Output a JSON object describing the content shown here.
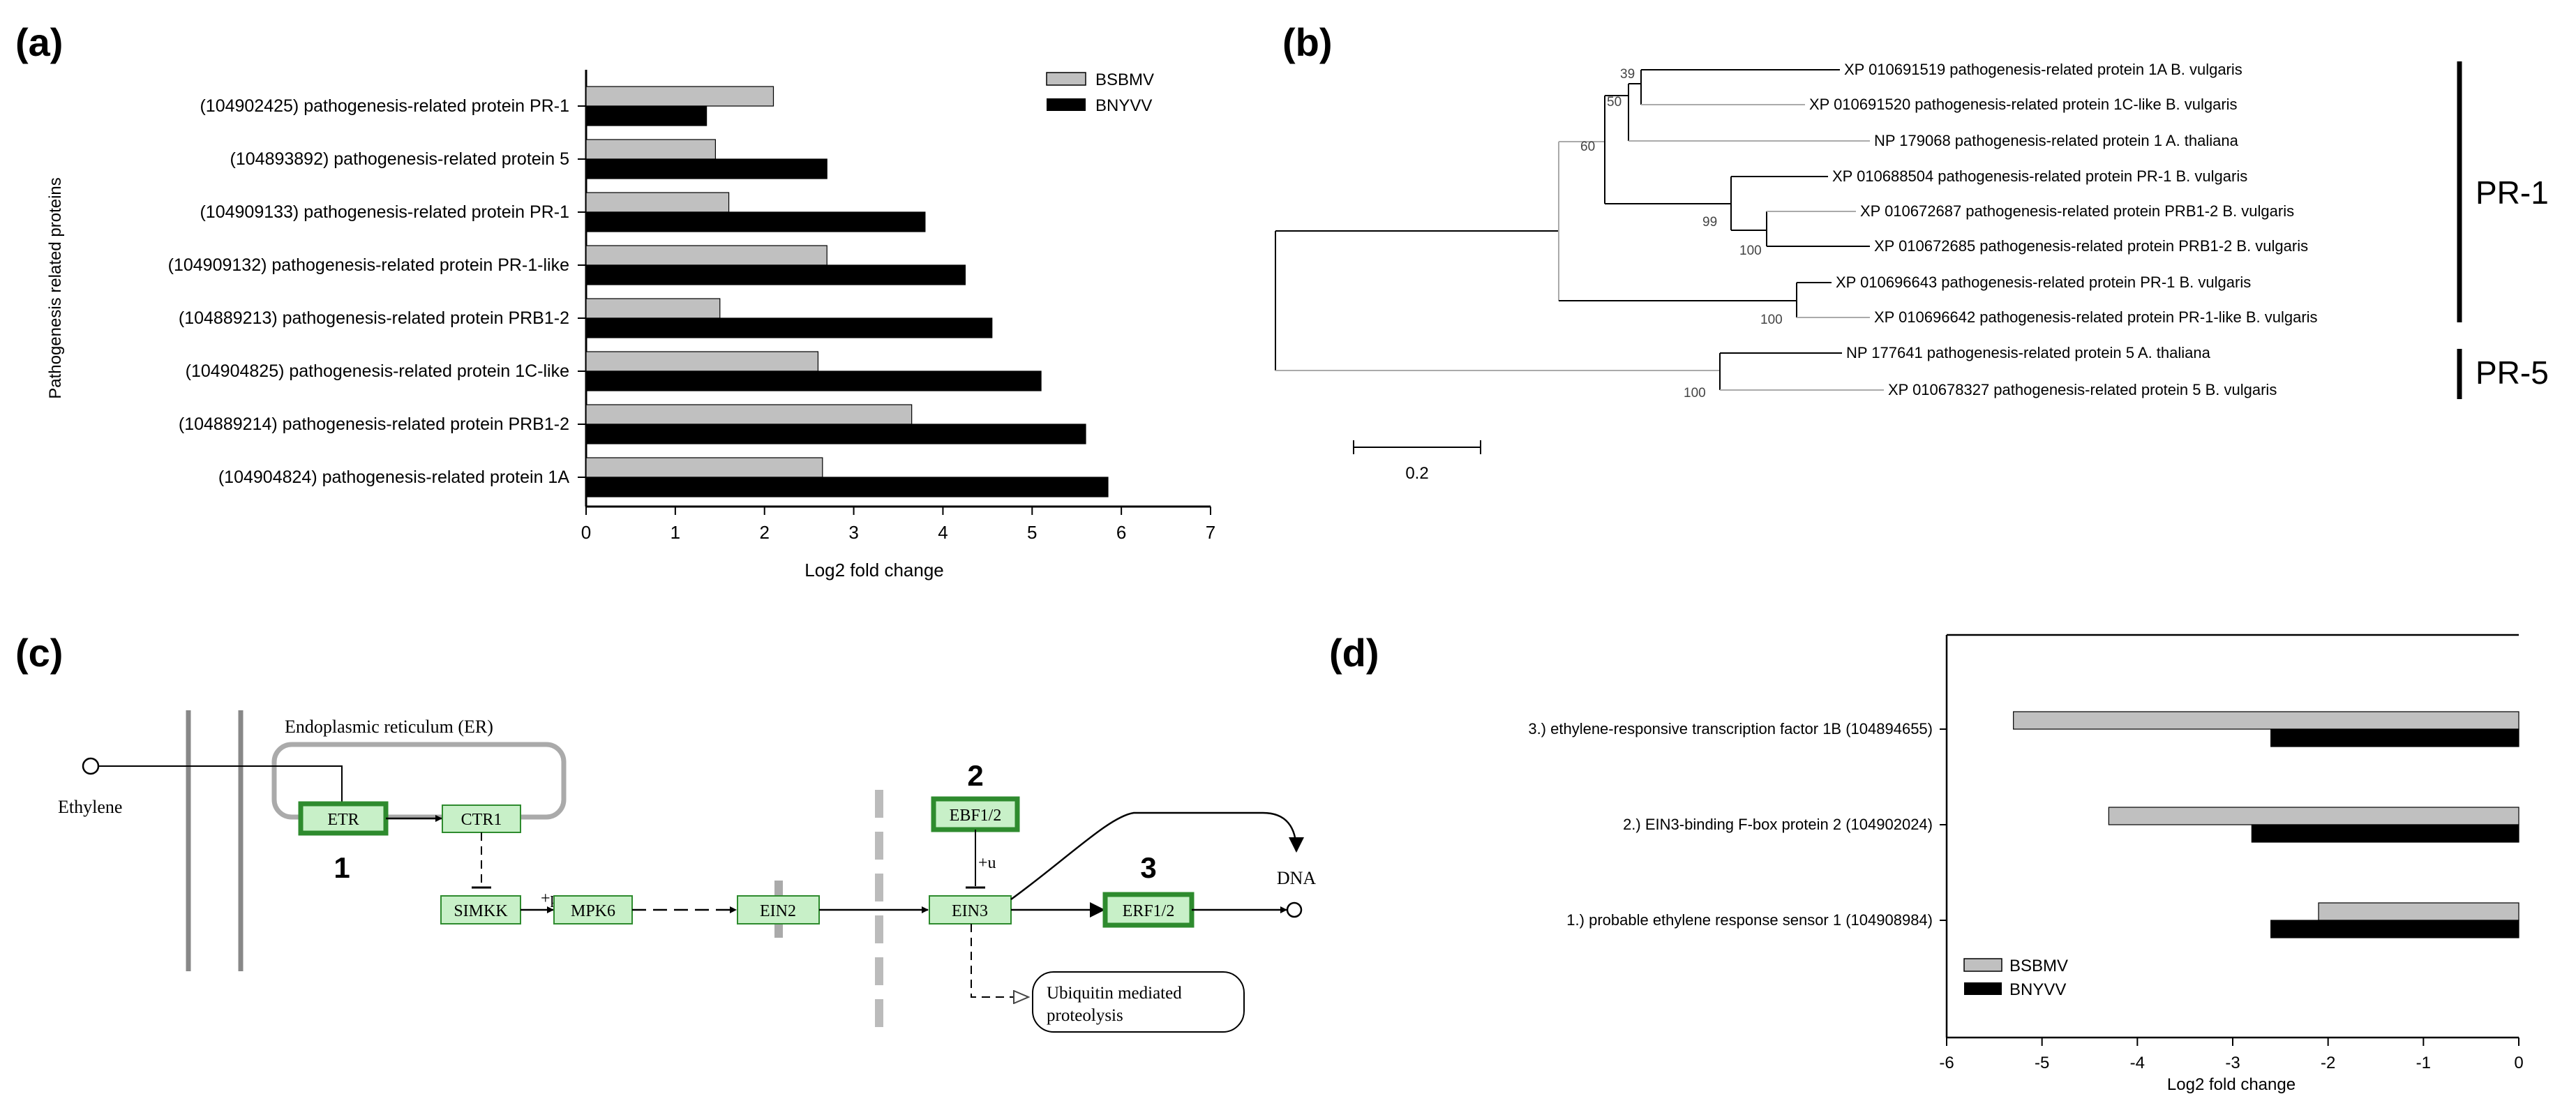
{
  "panels": {
    "a": "(a)",
    "b": "(b)",
    "c": "(c)",
    "d": "(d)"
  },
  "chart_data": [
    {
      "type": "bar",
      "orientation": "horizontal",
      "categories": [
        "(104902425) pathogenesis-related protein PR-1",
        "(104893892) pathogenesis-related protein 5",
        "(104909133) pathogenesis-related protein PR-1",
        "(104909132) pathogenesis-related protein PR-1-like",
        "(104889213) pathogenesis-related protein PRB1-2",
        "(104904825) pathogenesis-related protein 1C-like",
        "(104889214) pathogenesis-related protein PRB1-2",
        "(104904824) pathogenesis-related protein 1A"
      ],
      "series": [
        {
          "name": "BSBMV",
          "color": "#c0c0c0",
          "values": [
            2.1,
            1.45,
            1.6,
            2.7,
            1.5,
            2.6,
            3.65,
            2.65
          ]
        },
        {
          "name": "BNYVV",
          "color": "#000000",
          "values": [
            1.35,
            2.7,
            3.8,
            4.25,
            4.55,
            5.1,
            5.6,
            5.85
          ]
        }
      ],
      "xlabel": "Log2 fold change",
      "ylabel": "Pathogenesis related proteins",
      "xlim": [
        0,
        7
      ],
      "xticks": [
        "0",
        "1",
        "2",
        "3",
        "4",
        "5",
        "6",
        "7"
      ],
      "legend": "top-right",
      "grid": false
    },
    {
      "type": "bar",
      "orientation": "horizontal",
      "categories": [
        "3.) ethylene-responsive transcription factor 1B (104894655)",
        "2.) EIN3-binding F-box protein 2 (104902024)",
        "1.) probable ethylene response sensor 1 (104908984)"
      ],
      "series": [
        {
          "name": "BSBMV",
          "color": "#c0c0c0",
          "values": [
            -5.3,
            -4.3,
            -2.1
          ]
        },
        {
          "name": "BNYVV",
          "color": "#000000",
          "values": [
            -2.6,
            -2.8,
            -2.6
          ]
        }
      ],
      "xlabel": "Log2 fold change",
      "ylabel": "",
      "xlim": [
        -6,
        0
      ],
      "xticks": [
        "-6",
        "-5",
        "-4",
        "-3",
        "-2",
        "-1",
        "0"
      ],
      "legend": "bottom-left",
      "grid": false
    }
  ],
  "tree": {
    "leaves": [
      "XP 010691519 pathogenesis-related protein 1A B. vulgaris",
      "XP 010691520 pathogenesis-related protein 1C-like B. vulgaris",
      "NP 179068 pathogenesis-related protein 1 A. thaliana",
      "XP 010688504 pathogenesis-related protein PR-1 B. vulgaris",
      "XP 010672687 pathogenesis-related protein PRB1-2 B. vulgaris",
      "XP 010672685 pathogenesis-related protein PRB1-2 B. vulgaris",
      "XP 010696643 pathogenesis-related protein PR-1 B. vulgaris",
      "XP 010696642 pathogenesis-related protein PR-1-like B. vulgaris",
      "NP 177641 pathogenesis-related protein 5 A. thaliana",
      "XP 010678327 pathogenesis-related protein 5 B. vulgaris"
    ],
    "bootstrap": [
      "39",
      "50",
      "60",
      "99",
      "100",
      "100",
      "100"
    ],
    "groups": [
      "PR-1",
      "PR-5"
    ],
    "scale": "0.2"
  },
  "pathway": {
    "ethylene": "Ethylene",
    "er": "Endoplasmic reticulum (ER)",
    "nodes": {
      "etr": "ETR",
      "ctr1": "CTR1",
      "simkk": "SIMKK",
      "mpk6": "MPK6",
      "ein2": "EIN2",
      "ein3": "EIN3",
      "ebf12": "EBF1/2",
      "erf12": "ERF1/2"
    },
    "plus_p": "+p",
    "plus_u": "+u",
    "dna": "DNA",
    "ubiquitin_1": "Ubiquitin mediated",
    "ubiquitin_2": "proteolysis",
    "num1": "1",
    "num2": "2",
    "num3": "3"
  }
}
